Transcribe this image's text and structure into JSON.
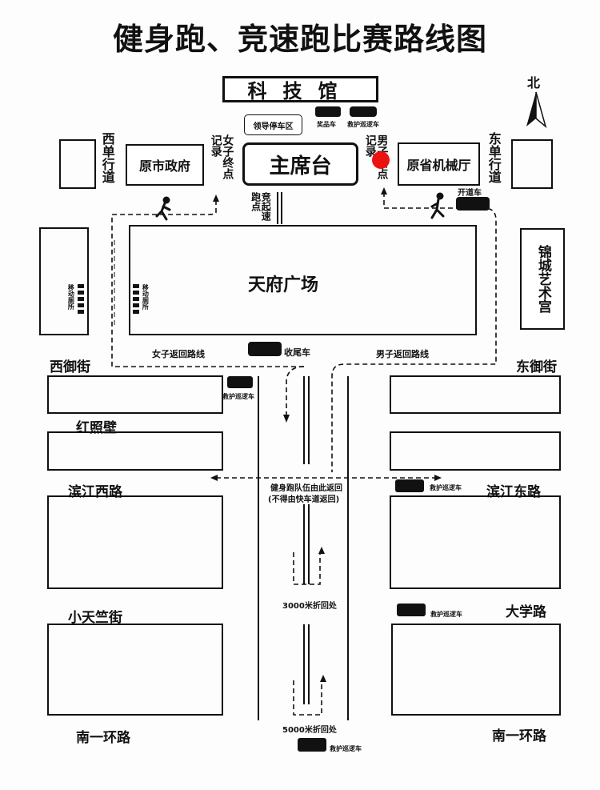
{
  "title": "健身跑、竞速跑比赛路线图",
  "landmarks": {
    "science_museum": "科技馆",
    "leader_parking": "领导停车区",
    "old_city_gov": "原市政府",
    "rostrum": "主席台",
    "old_machinery_hall": "原省机械厅",
    "plaza": "天府广场",
    "art_palace": "锦城艺术宫"
  },
  "north_label": "北",
  "one_way_west": "西单行道",
  "one_way_east": "东单行道",
  "women_finish": "女子终点记录",
  "men_finish": "男子终点记录",
  "race_start": "竞起速跑点",
  "toilet": "移动厕所",
  "vehicles": {
    "prize_car": "奖品车",
    "patrol_car": "救护巡逻车",
    "lead_car": "开道车",
    "sweep_car": "收尾车"
  },
  "routes": {
    "women_return": "女子返回路线",
    "men_return": "男子返回路线",
    "fitness_turn": "健身跑队伍由此返回",
    "fitness_turn_note": "(不得由快车道返回)",
    "turn_3000": "3000米折回处",
    "turn_5000": "5000米折回处"
  },
  "streets": {
    "xiyu": "西御街",
    "dongyu": "东御街",
    "hongzhaobi": "红照壁",
    "binjiang_west": "滨江西路",
    "binjiang_east": "滨江东路",
    "xiaotianzhu": "小天竺街",
    "daxue": "大学路",
    "nanyihuan_w": "南一环路",
    "nanyihuan_e": "南一环路"
  },
  "colors": {
    "marker": "#ee1111",
    "ink": "#111111"
  }
}
